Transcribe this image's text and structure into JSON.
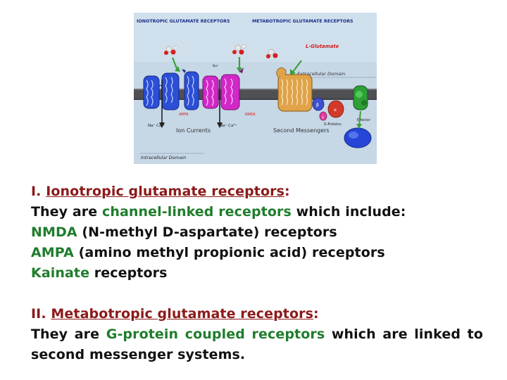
{
  "figure": {
    "header_left": "IONOTROPIC GLUTAMATE RECEPTORS",
    "header_right": "METABOTROPIC GLUTAMATE RECEPTORS",
    "ligand_label": "L-Glutamate",
    "extracellular_label": "Extracellular Domain",
    "ampa_tag": "AMPA",
    "nmda_tag": "NMDA",
    "na_label": "Na⁺",
    "ca_label": "Ca²⁺",
    "ion_na_left": "Na⁺ Ca²⁺",
    "ion_na_right": "Na⁺ Ca²⁺",
    "ion_currents_label": "Ion Currents",
    "second_messengers_label": "Second Messengers",
    "gprotein_label": "G-Proteins",
    "effector_label": "Effector",
    "intracellular_label": "Intracellular Domain",
    "beta_label": "β",
    "gamma_label": "γ",
    "alpha_label": "α"
  },
  "colors": {
    "figure_bg": "#c6d7e6",
    "header_text": "#1b2f8a",
    "membrane": "#4f4f54",
    "ampa_receptor": "#2b4fd6",
    "nmda_receptor": "#d228c8",
    "metabotropic_receptor": "#e0a34a",
    "ligand_label": "#d21e1e",
    "effector": "#2f9f37",
    "second_messenger": "#2546d6",
    "text_heading": "#8b1a1a",
    "text_highlight": "#1f7d2c"
  },
  "text": {
    "section1": {
      "numeral": "I.",
      "title": "Ionotropic glutamate receptors",
      "colon": ":",
      "intro_pre": "They are ",
      "intro_highlight": "channel-linked receptors",
      "intro_post": " which include:",
      "items": [
        {
          "name": "NMDA",
          "desc": " (N-methyl D-aspartate) receptors"
        },
        {
          "name": "AMPA",
          "desc": " (amino methyl propionic acid) receptors"
        },
        {
          "name": "Kainate",
          "desc": " receptors"
        }
      ]
    },
    "section2": {
      "numeral": "II.",
      "title": "Metabotropic glutamate receptors",
      "colon": ":",
      "intro_pre": "They are ",
      "intro_highlight": "G-protein coupled receptors",
      "intro_post": " which are linked to second messenger systems."
    }
  }
}
